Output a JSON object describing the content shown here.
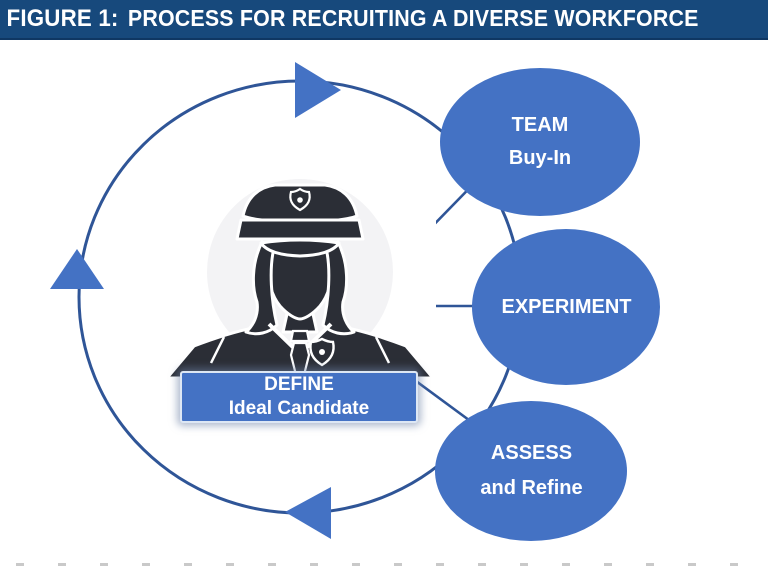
{
  "header": {
    "figure_label": "FIGURE 1:",
    "title": "PROCESS FOR RECRUITING A DIVERSE WORKFORCE",
    "bg_color": "#17497c",
    "text_color": "#ffffff"
  },
  "diagram": {
    "cycle": {
      "direction": "clockwise",
      "ring_color": "#2f5597",
      "arrow_color": "#4472c4"
    },
    "center": {
      "icon": "female-police-officer-icon",
      "define_box": {
        "line1": "DEFINE",
        "line2": "Ideal Candidate",
        "fill_color": "#4472c4",
        "text_color": "#ffffff"
      }
    },
    "steps": [
      {
        "id": "team-buy-in",
        "line1": "TEAM",
        "line2": "Buy-In",
        "fill_color": "#4472c4",
        "text_color": "#ffffff"
      },
      {
        "id": "experiment",
        "line1": "EXPERIMENT",
        "line2": "",
        "fill_color": "#4472c4",
        "text_color": "#ffffff"
      },
      {
        "id": "assess-refine",
        "line1": "ASSESS",
        "line2": "and Refine",
        "fill_color": "#4472c4",
        "text_color": "#ffffff"
      }
    ]
  }
}
